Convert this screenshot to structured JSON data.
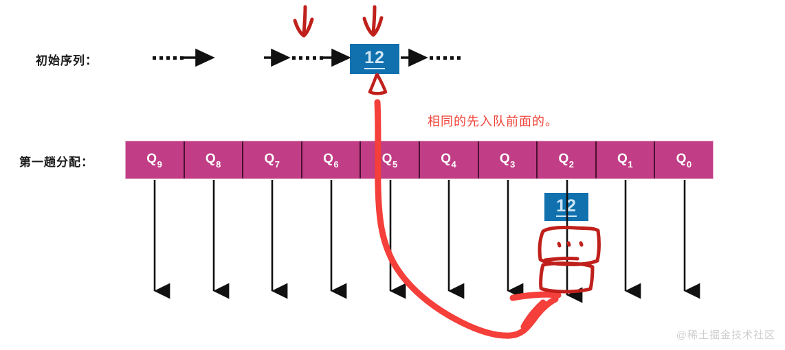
{
  "figure": {
    "title_initial_row": "初始序列：",
    "title_pass_row": "第一趟分配：",
    "annotation": "相同的先入队前面的。",
    "watermark": "@稀土掘金技术社区"
  },
  "sequence": {
    "value_box": "12",
    "left_ellipsis": "......",
    "mid_ellipsis": "......",
    "right_ellipsis": "......"
  },
  "queue": {
    "cells": [
      {
        "label": "Q",
        "index": "9"
      },
      {
        "label": "Q",
        "index": "8"
      },
      {
        "label": "Q",
        "index": "7"
      },
      {
        "label": "Q",
        "index": "6"
      },
      {
        "label": "Q",
        "index": "5"
      },
      {
        "label": "Q",
        "index": "4"
      },
      {
        "label": "Q",
        "index": "3"
      },
      {
        "label": "Q",
        "index": "2"
      },
      {
        "label": "Q",
        "index": "1"
      },
      {
        "label": "Q",
        "index": "0"
      }
    ]
  },
  "distribution": {
    "q2_value_box": "12"
  },
  "colors": {
    "queue_bar": "#C13D86",
    "queue_divider": "#4A1030",
    "value_box": "#1071AE",
    "value_text": "#CFE6F5",
    "annotation_red": "#F04438",
    "ink_red": "#C0201C",
    "ink_red_bright": "#F43F3A",
    "arrow_black": "#111111",
    "watermark": "#CFCFCF"
  }
}
